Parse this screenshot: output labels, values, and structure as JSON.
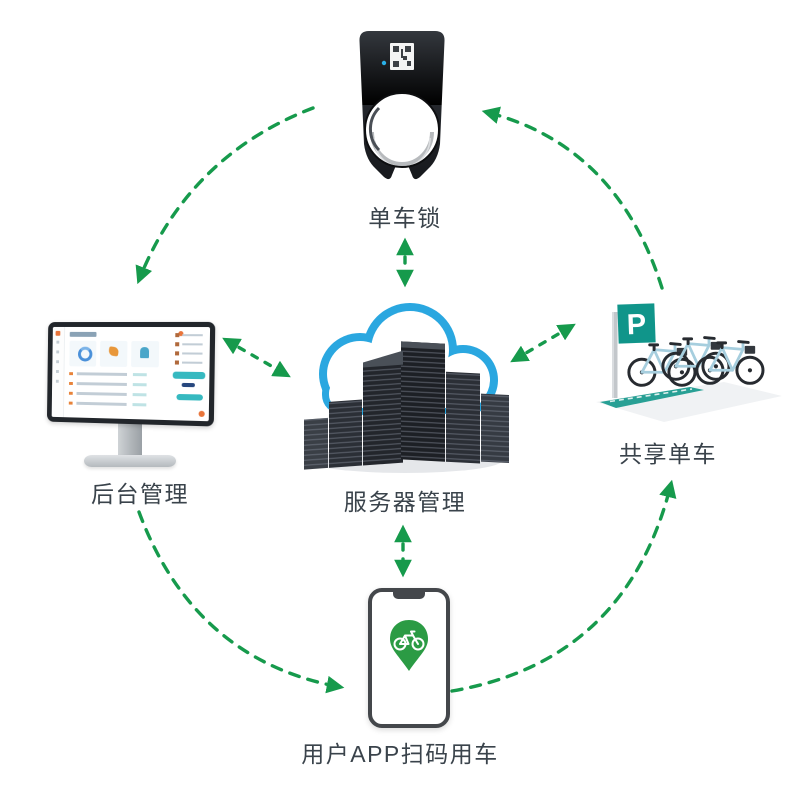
{
  "diagram_title": "",
  "colors": {
    "background": "#ffffff",
    "arrow_green": "#169a4c",
    "label_text": "#3a434b",
    "cloud_blue": "#2aa7e0",
    "server_dark": "#1e2126",
    "parking_sign_teal": "#10958a",
    "bike_frame_blue": "#a6cede",
    "app_pin_green": "#2b9b44",
    "lock_body_black": "#22252a",
    "lock_led_blue": "#2ab1e8"
  },
  "nodes": {
    "lock": {
      "label": "单车锁",
      "icon": "smart-bike-lock-icon"
    },
    "admin": {
      "label": "后台管理",
      "icon": "desktop-dashboard-icon"
    },
    "server": {
      "label": "服务器管理",
      "icon": "cloud-servers-icon"
    },
    "bikes": {
      "label": "共享单车",
      "icon": "shared-bikes-parking-icon",
      "sign_letter": "P"
    },
    "app": {
      "label": "用户APP扫码用车",
      "icon": "phone-app-pin-icon"
    }
  },
  "connections": {
    "outer_cycle": [
      {
        "from": "单车锁",
        "to": "后台管理",
        "style": "dashed-arc"
      },
      {
        "from": "后台管理",
        "to": "用户APP扫码用车",
        "style": "dashed-arc"
      },
      {
        "from": "用户APP扫码用车",
        "to": "共享单车",
        "style": "dashed-arc"
      },
      {
        "from": "共享单车",
        "to": "单车锁",
        "style": "dashed-arc"
      }
    ],
    "bidirectional_with_server": [
      "单车锁",
      "后台管理",
      "共享单车",
      "用户APP扫码用车"
    ]
  }
}
